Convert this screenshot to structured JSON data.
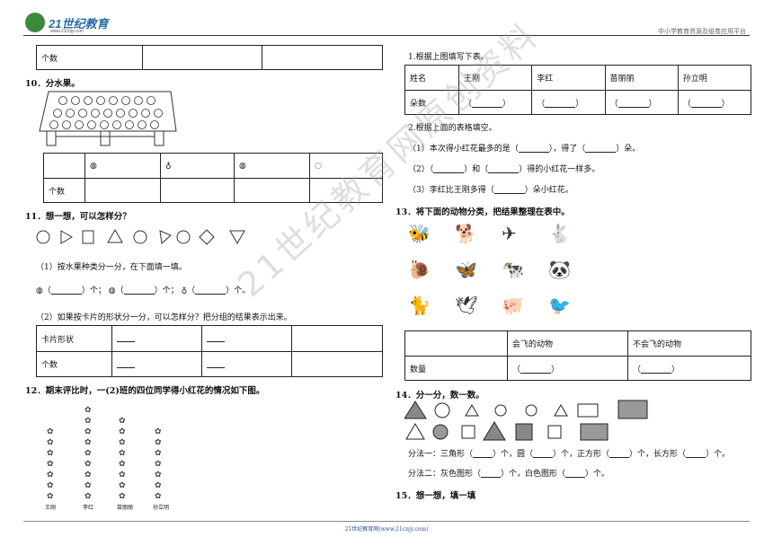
{
  "header": {
    "logo_text": "21世纪教育",
    "logo_url": "www.21cnjy.com",
    "site": "中小学教育资源及组卷应用平台"
  },
  "footer": "21世纪教育网(www.21cnjy.com)",
  "watermark": "21世纪教育网原创资料",
  "top_table": {
    "label": "个数"
  },
  "q10": {
    "title": "10．分水果。",
    "row_label": "个数",
    "fruits": [
      "apple-icon",
      "pear-icon",
      "peach-icon",
      "tomato-icon"
    ]
  },
  "q11": {
    "title": "11．想一想，可以怎样分？",
    "p1": "（1）按水果种类分一分，在下面填一填。",
    "unit": "个；",
    "unit_end": "个。",
    "p2": "（2）如果按卡片的形状分一分，可以怎样分？把分组的结果表示出来。",
    "row1": "卡片形状",
    "row2": "个数"
  },
  "q12": {
    "title": "12．期末评比时，一(2)班的四位同学得小红花的情况如下图。",
    "names": [
      "王刚",
      "李红",
      "苗丽丽",
      "孙立明"
    ],
    "counts": [
      7,
      9,
      8,
      7
    ]
  },
  "q12b": {
    "s1": "1.根据上图填写下表。",
    "th1": "姓名",
    "th2": "朵数",
    "names": [
      "王刚",
      "李红",
      "苗丽丽",
      "孙立明"
    ],
    "s2": "2.根据上面的表格填空。",
    "f1a": "（1）本次得小红花最多的是（",
    "f1b": "），得了（",
    "f1c": "）朵。",
    "f2a": "（2）（",
    "f2b": "）和（",
    "f2c": "）得的小红花一样多。",
    "f3a": "（3）李红比王刚多得（",
    "f3b": "）朵小红花。"
  },
  "q13": {
    "title": "13．将下面的动物分类，把结果整理在表中。",
    "col1": "会飞的动物",
    "col2": "不会飞的动物",
    "row": "数量",
    "animals": [
      "bee-icon",
      "dog-icon",
      "dragonfly-icon",
      "rabbit-icon",
      "snail-icon",
      "butterfly-icon",
      "cow-icon",
      "panda-icon",
      "cat-icon",
      "bird-icon",
      "pig-icon",
      "parrot-icon"
    ]
  },
  "q14": {
    "title": "14．分一分，数一数。",
    "m1a": "分法一：三角形（",
    "m1b": "）个，圆（",
    "m1c": "）个，正方形（",
    "m1d": "）个，长方形（",
    "m1e": "）个。",
    "m2a": "分法二：灰色图形（",
    "m2b": "）个，白色图形（",
    "m2c": "）个。"
  },
  "q15": {
    "title": "15．想一想，填一填"
  }
}
